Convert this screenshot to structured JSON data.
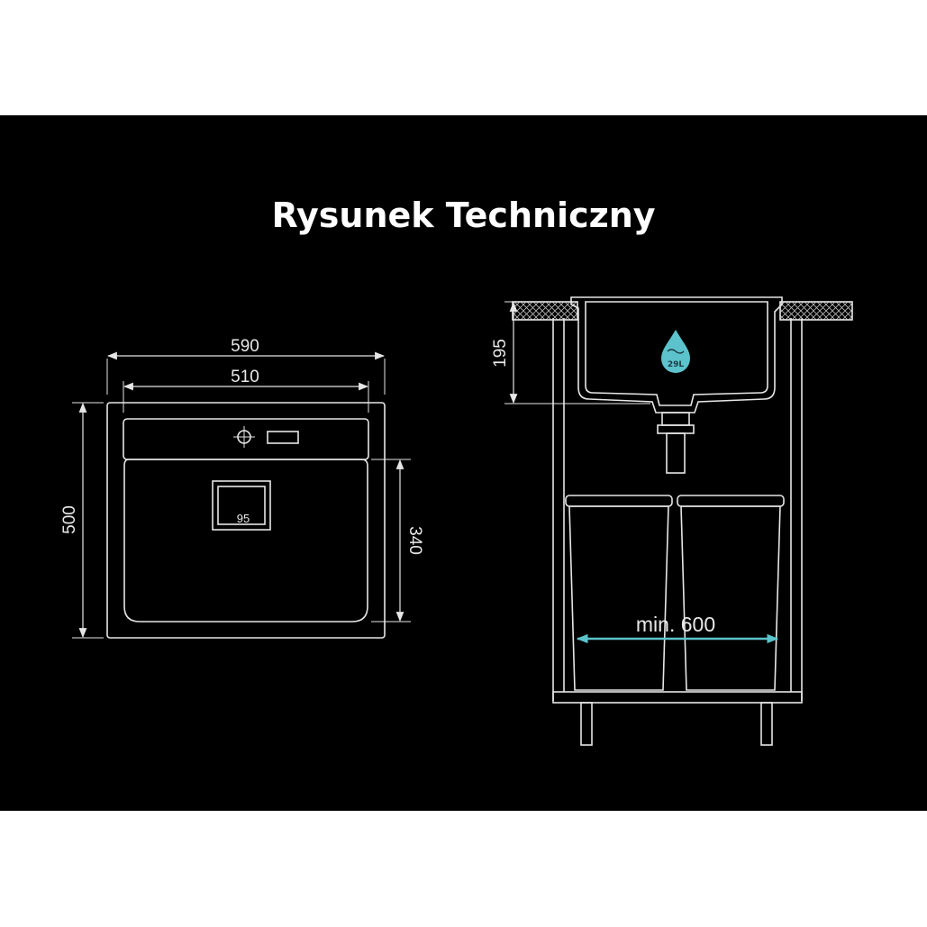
{
  "title": "Rysunek Techniczny",
  "top_view": {
    "outer_width": "590",
    "inner_width": "510",
    "outer_depth": "500",
    "bowl_depth": "340",
    "drain_size": "95"
  },
  "side_view": {
    "bowl_height": "195",
    "capacity": "29L",
    "cabinet_min_width": "min. 600"
  },
  "colors": {
    "background": "#000000",
    "line": "#e6e6e6",
    "accent": "#5cc3cc"
  }
}
